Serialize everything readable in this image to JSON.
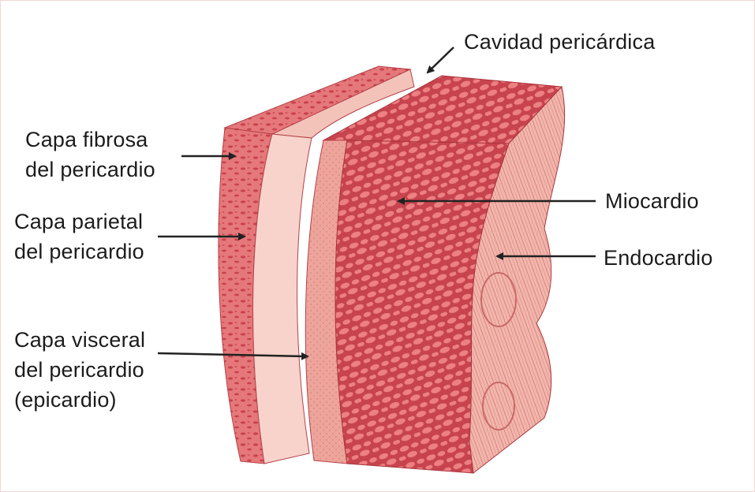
{
  "labels": {
    "cavidad": "Cavidad pericárdica",
    "fibrosa": "Capa fibrosa\ndel pericardio",
    "parietal": "Capa parietal\ndel pericardio",
    "visceral": "Capa visceral\ndel pericardio\n(epicardio)",
    "miocardio": "Miocardio",
    "endocardio": "Endocardio"
  },
  "colors": {
    "fibrous": "#e36d70",
    "parietal": "#f6c9c1",
    "visceral": "#eea69c",
    "myocardium": "#e46b6f",
    "endocardium": "#f1b2a8",
    "pattern": "#c9424c",
    "arrow": "#222222"
  }
}
